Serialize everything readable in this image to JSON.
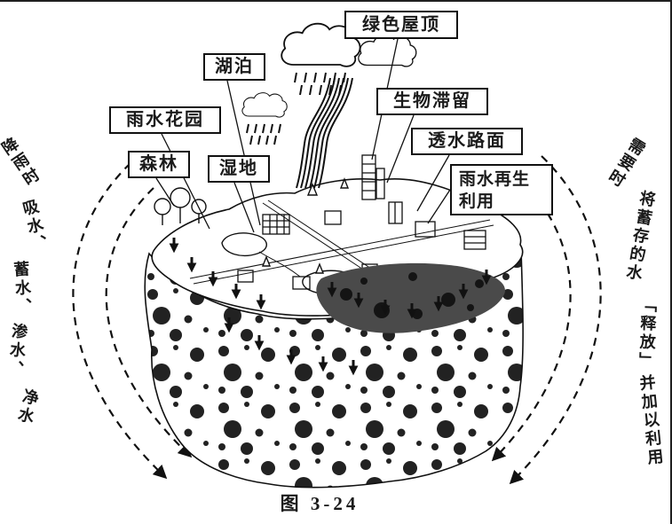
{
  "figure": {
    "caption": "图 3-24"
  },
  "callouts": {
    "green_roof": "绿色屋顶",
    "lake": "湖泊",
    "bioretention": "生物滞留",
    "rain_garden": "雨水花园",
    "permeable_pavement": "透水路面",
    "forest": "森林",
    "wetland": "湿地",
    "rainwater_reuse": "雨水再生利用"
  },
  "side_text": {
    "left": {
      "segments": [
        "降雨时",
        "吸水、",
        "蓄水、",
        "渗水、",
        "净水"
      ]
    },
    "right": {
      "segments": [
        "需要时",
        "将蓄存的水",
        "「释放」",
        "并加以利用"
      ]
    }
  },
  "colors": {
    "ink": "#111111",
    "paper": "#ffffff",
    "soil_dark": "#4a4a4a"
  }
}
